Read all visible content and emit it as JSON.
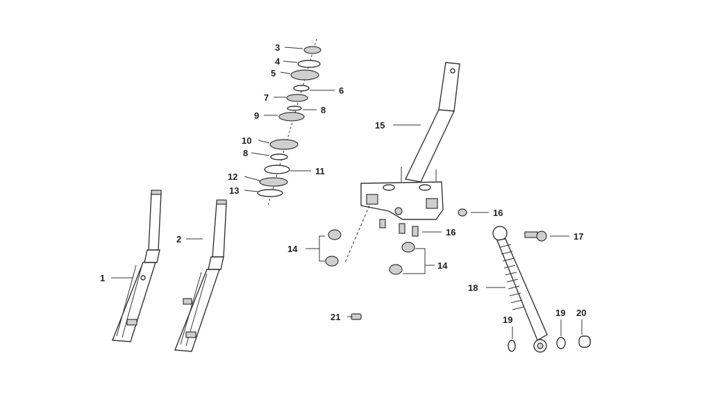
{
  "diagram": {
    "labels": {
      "p1": "1",
      "p2": "2",
      "p3": "3",
      "p4": "4",
      "p5": "5",
      "p6": "6",
      "p7": "7",
      "p8a": "8",
      "p8b": "8",
      "p9": "9",
      "p10": "10",
      "p11": "11",
      "p12": "12",
      "p13": "13",
      "p14a": "14",
      "p14b": "14",
      "p15": "15",
      "p16a": "16",
      "p16b": "16",
      "p17": "17",
      "p18": "18",
      "p19a": "19",
      "p19b": "19",
      "p20": "20",
      "p21": "21"
    }
  }
}
